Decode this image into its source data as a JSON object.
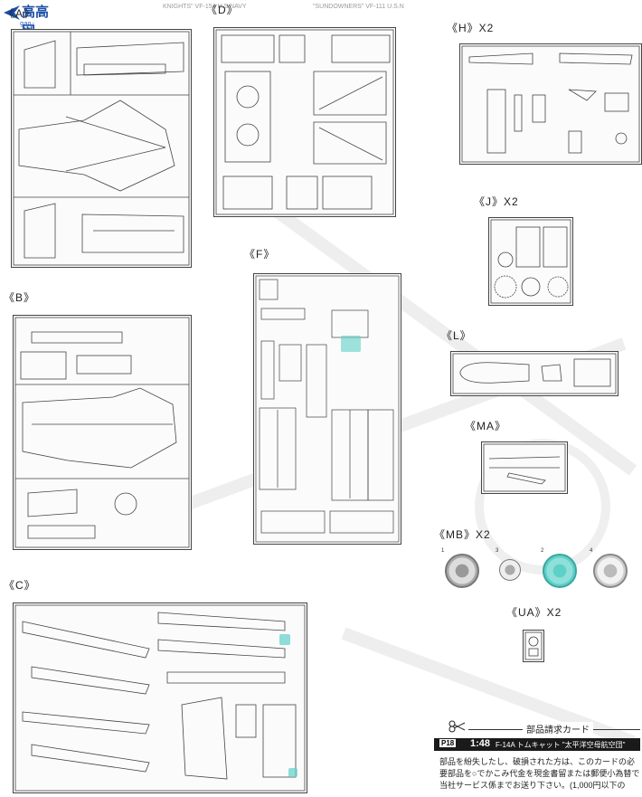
{
  "watermark": {
    "site_name": "高高网",
    "site_url": "gao-gao.com"
  },
  "header_text": {
    "top_left": "KNIGHTS\" VF-154 U.S.NAVY",
    "top_right": "\"SUNDOWNERS\" VF-111 U.S.N"
  },
  "sections": {
    "A": "《A》",
    "B": "《B》",
    "C": "《C》",
    "D": "《D》",
    "F": "《F》",
    "H": "《H》X2",
    "J": "《J》X2",
    "L": "《L》",
    "MA": "《MA》",
    "MB": "《MB》X2",
    "UA": "《UA》X2"
  },
  "mb_numbers": [
    "1",
    "3",
    "2",
    "4"
  ],
  "accent_colors": {
    "highlight_part": "#5fd0c8",
    "logo_blue": "#1a4fa8"
  },
  "parts_card": {
    "title": "部品請求カード",
    "page": "P18",
    "scale": "1:48",
    "product": "F-14A トムキャット \"太平洋空母航空団\"",
    "body": "部品を紛失したし、破損された方は、このカードの必要部品を○でかこみ代金を現金書留または郵便小為替で当社サービス係までお送り下さい。(1,000円以下の"
  }
}
